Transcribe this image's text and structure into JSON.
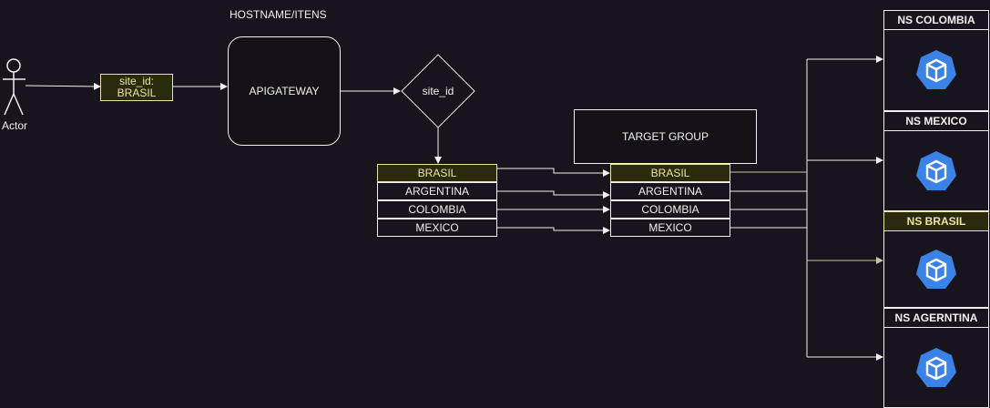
{
  "header": {
    "title": "HOSTNAME/ITENS"
  },
  "actor": {
    "label": "Actor"
  },
  "request": {
    "line1": "site_id:",
    "line2": "BRASIL"
  },
  "gateway": {
    "label": "APIGATEWAY"
  },
  "decision": {
    "label": "site_id"
  },
  "site_list": [
    "BRASIL",
    "ARGENTINA",
    "COLOMBIA",
    "MEXICO"
  ],
  "target_group": {
    "title": "TARGET GROUP",
    "items": [
      "BRASIL",
      "ARGENTINA",
      "COLOMBIA",
      "MEXICO"
    ]
  },
  "namespaces": [
    {
      "label": "NS COLOMBIA",
      "icon": "kubernetes-cube-icon"
    },
    {
      "label": "NS MEXICO",
      "icon": "kubernetes-cube-icon"
    },
    {
      "label": "NS BRASIL",
      "icon": "kubernetes-cube-icon"
    },
    {
      "label": "NS AGERNTINA",
      "icon": "kubernetes-cube-icon"
    }
  ],
  "colors": {
    "background": "#18141d",
    "line": "#f0f0f0",
    "highlight_fill": "#2b2a0e",
    "highlight_text": "#e8e6a0",
    "k8s_blue": "#3b82e6"
  }
}
